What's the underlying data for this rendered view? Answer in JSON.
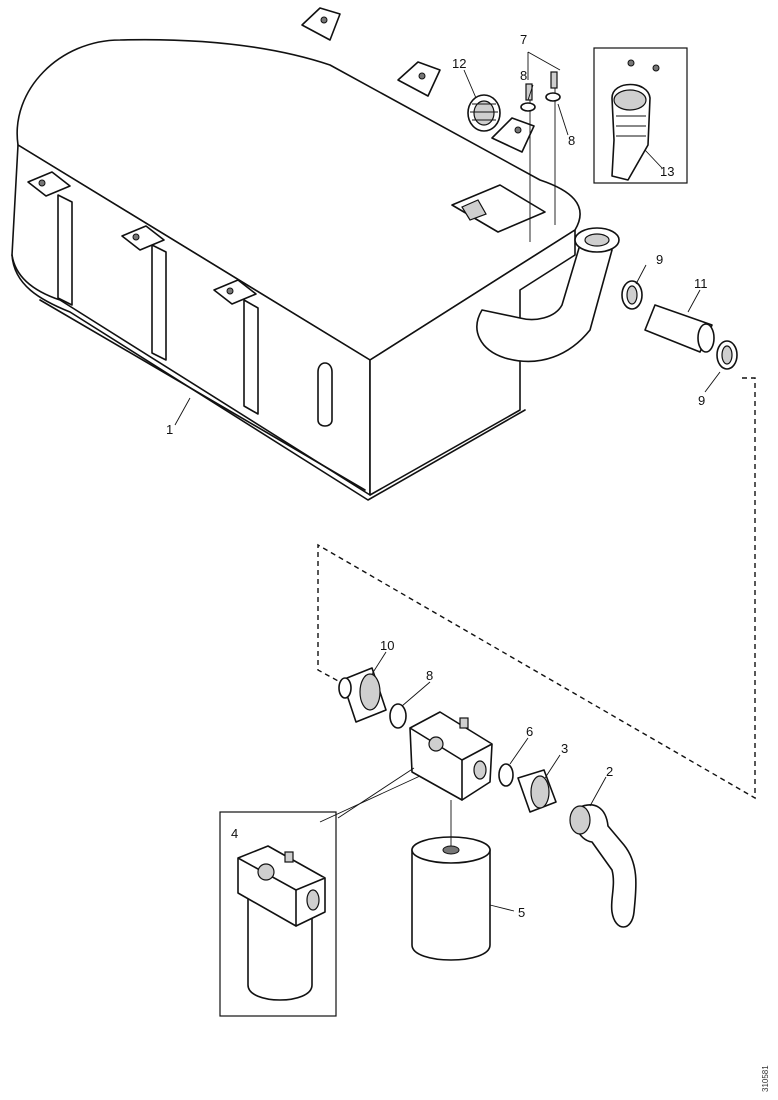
{
  "callouts": {
    "c1": "1",
    "c2": "2",
    "c3": "3",
    "c4": "4",
    "c5": "5",
    "c6": "6",
    "c7": "7",
    "c8a": "8",
    "c8b": "8",
    "c8c": "8",
    "c9a": "9",
    "c9b": "9",
    "c10": "10",
    "c11": "11",
    "c12": "12",
    "c13": "13"
  },
  "document_id": "310581"
}
